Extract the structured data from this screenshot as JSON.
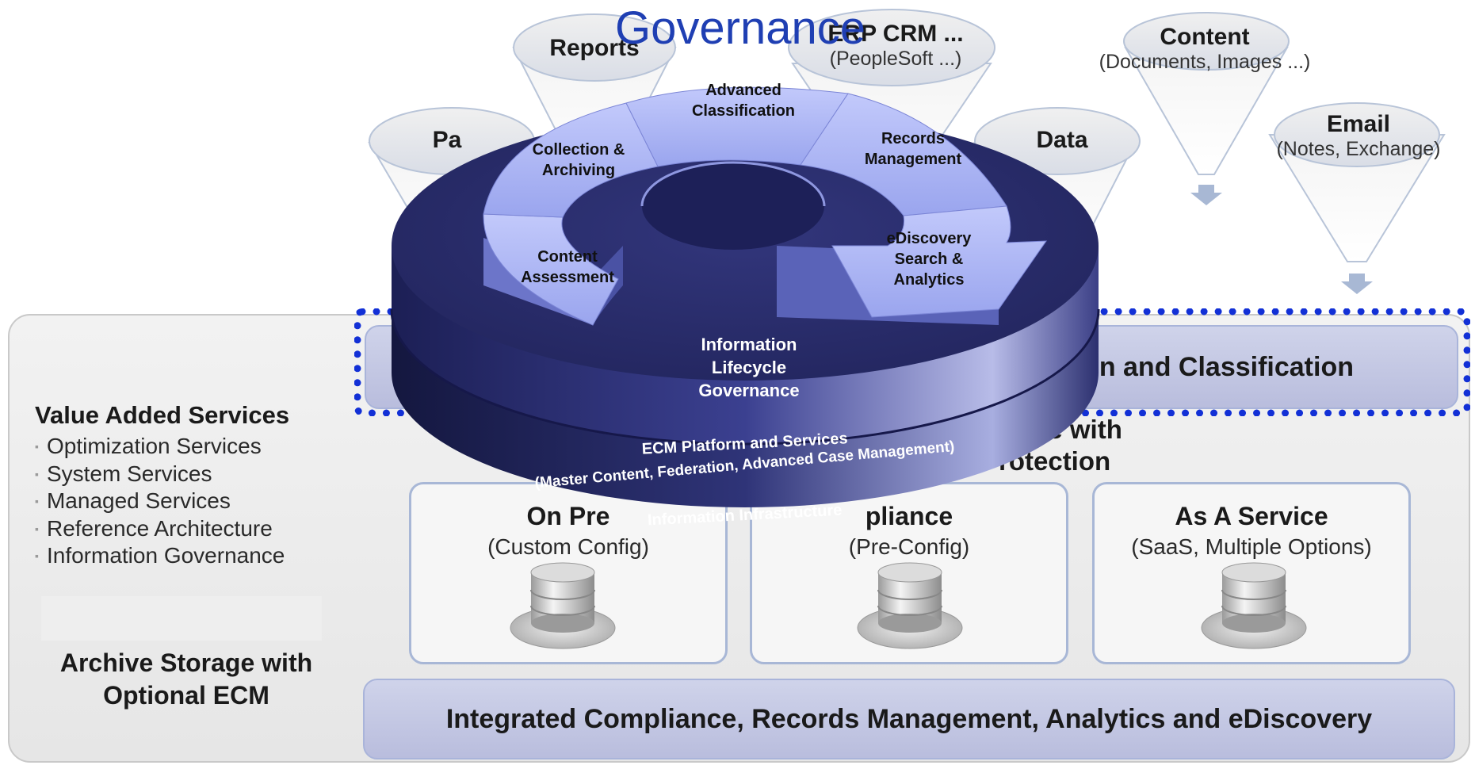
{
  "title": "Governance",
  "sources": [
    {
      "label": "Reports",
      "sub": ""
    },
    {
      "label": "ERP CRM ...",
      "sub": "(PeopleSoft ...)"
    },
    {
      "label": "Content",
      "sub": "(Documents, Images ...)"
    },
    {
      "label": "Email",
      "sub": "(Notes, Exchange)"
    },
    {
      "label": "Pa",
      "sub": ""
    },
    {
      "label": "Data",
      "sub": ""
    }
  ],
  "panel": {
    "top_band": "n and Classification",
    "infra_text_line1": "cture with",
    "infra_text_line2": "rotection",
    "bottom_band": "Integrated Compliance, Records Management, Analytics and eDiscovery",
    "value_added_title": "Value Added Services",
    "value_added_items": [
      "Optimization Services",
      "System Services",
      "Managed Services",
      "Reference Architecture",
      "Information Governance"
    ],
    "archive_line1": "Archive Storage with",
    "archive_line2": "Optional ECM",
    "options": [
      {
        "title": "On Pre",
        "sub": "(Custom Config)"
      },
      {
        "title": "pliance",
        "sub": "(Pre-Config)"
      },
      {
        "title": "As A Service",
        "sub": "(SaaS, Multiple Options)"
      }
    ]
  },
  "wheel": {
    "segments": [
      {
        "line1": "Collection &",
        "line2": "Archiving"
      },
      {
        "line1": "Advanced",
        "line2": "Classification"
      },
      {
        "line1": "Records",
        "line2": "Management"
      },
      {
        "line1": "Content",
        "line2": "Assessment"
      },
      {
        "line1": "eDiscovery",
        "line2": "Search &",
        "line3": "Analytics"
      }
    ],
    "center_line1": "Information",
    "center_line2": "Lifecycle",
    "center_line3": "Governance",
    "ring1_line1": "ECM Platform and Services",
    "ring1_line2": "(Master Content, Federation, Advanced Case Management)",
    "ring2": "Information Infrastructure"
  },
  "colors": {
    "title_blue": "#1f3fb3",
    "dotted_blue": "#1230d6",
    "disc_dark": "#2b2f6e",
    "segment_light": "#aab4f4"
  }
}
